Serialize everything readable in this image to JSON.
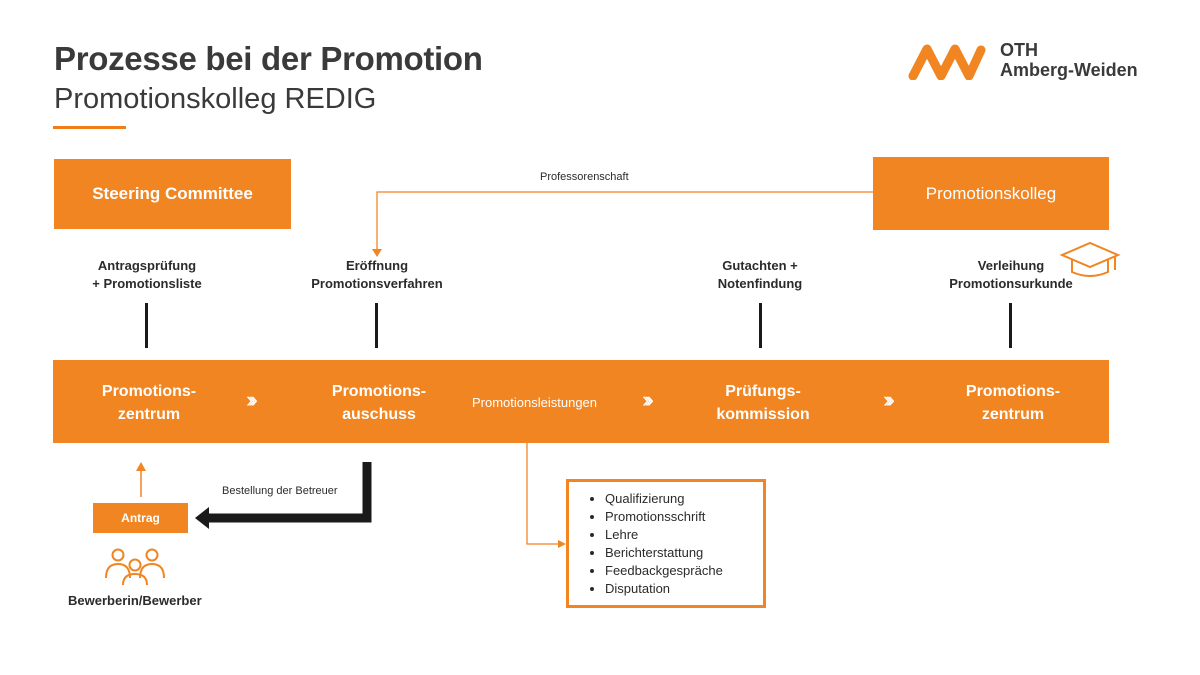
{
  "header": {
    "title": "Prozesse bei der Promotion",
    "subtitle": "Promotionskolleg REDIG",
    "logo_line1": "OTH",
    "logo_line2": "Amberg-Weiden"
  },
  "top_boxes": {
    "steering": "Steering Committee",
    "kolleg": "Promotionskolleg"
  },
  "connector_label": "Professorenschaft",
  "milestones": [
    {
      "line1": "Antragsprüfung",
      "line2": "+ Promotionsliste"
    },
    {
      "line1": "Eröffnung",
      "line2": "Promotionsverfahren"
    },
    {
      "line1": "Gutachten +",
      "line2": "Notenfindung"
    },
    {
      "line1": "Verleihung",
      "line2": "Promotionsurkunde"
    }
  ],
  "stages": [
    {
      "line1": "Promotions-",
      "line2": "zentrum"
    },
    {
      "line1": "Promotions-",
      "line2": "auschuss"
    },
    {
      "line1": "Prüfungs-",
      "line2": "kommission"
    },
    {
      "line1": "Promotions-",
      "line2": "zentrum"
    }
  ],
  "middle_label": "Promotionsleistungen",
  "chevrons": "›››",
  "betreuer_label": "Bestellung der Betreuer",
  "antrag": "Antrag",
  "applicant": "Bewerberin/Bewerber",
  "leistungen_list": [
    "Qualifizierung",
    "Promotionsschrift",
    "Lehre",
    "Berichterstattung",
    "Feedbackgespräche",
    "Disputation"
  ],
  "colors": {
    "accent": "#f08522",
    "text": "#2b2b2b",
    "arrow_dark": "#1a1a1a"
  }
}
